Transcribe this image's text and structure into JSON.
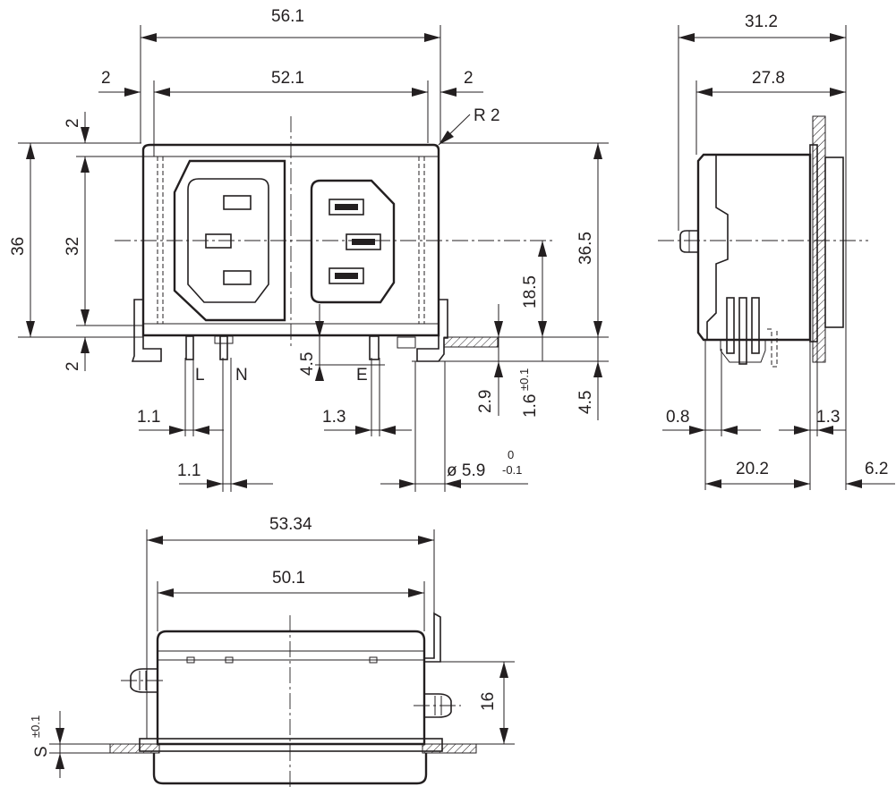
{
  "front_view": {
    "labels": {
      "width_outer": "56.1",
      "width_inner": "52.1",
      "margin_left": "2",
      "margin_right": "2",
      "radius": "R 2",
      "height_outer": "36",
      "height_inner": "32",
      "top_offset": "2",
      "bottom_offset": "2",
      "height_total": "36.5",
      "center_height": "18.5",
      "pin_gap": "4.5",
      "pin_depth": "2.9",
      "pin_tolerance_value": "1.6",
      "pin_tolerance": "±0.1",
      "tab_height": "4.5",
      "pin_L": "L",
      "pin_N": "N",
      "pin_E": "E",
      "pin_width_L": "1.1",
      "pin_width_N": "1.1",
      "pin_width_E": "1.3",
      "hole_diameter": "ø 5.9",
      "hole_tol_upper": "0",
      "hole_tol_lower": "-0.1"
    }
  },
  "side_view": {
    "labels": {
      "depth_total": "31.2",
      "depth_body": "27.8",
      "flange_thickness": "0.8",
      "pin_thickness": "1.3",
      "body_length": "20.2",
      "front_projection": "6.2"
    }
  },
  "bottom_view": {
    "labels": {
      "width_outer": "53.34",
      "width_inner": "50.1",
      "height": "16",
      "panel_thickness": "S",
      "panel_tolerance": "±0.1"
    }
  }
}
